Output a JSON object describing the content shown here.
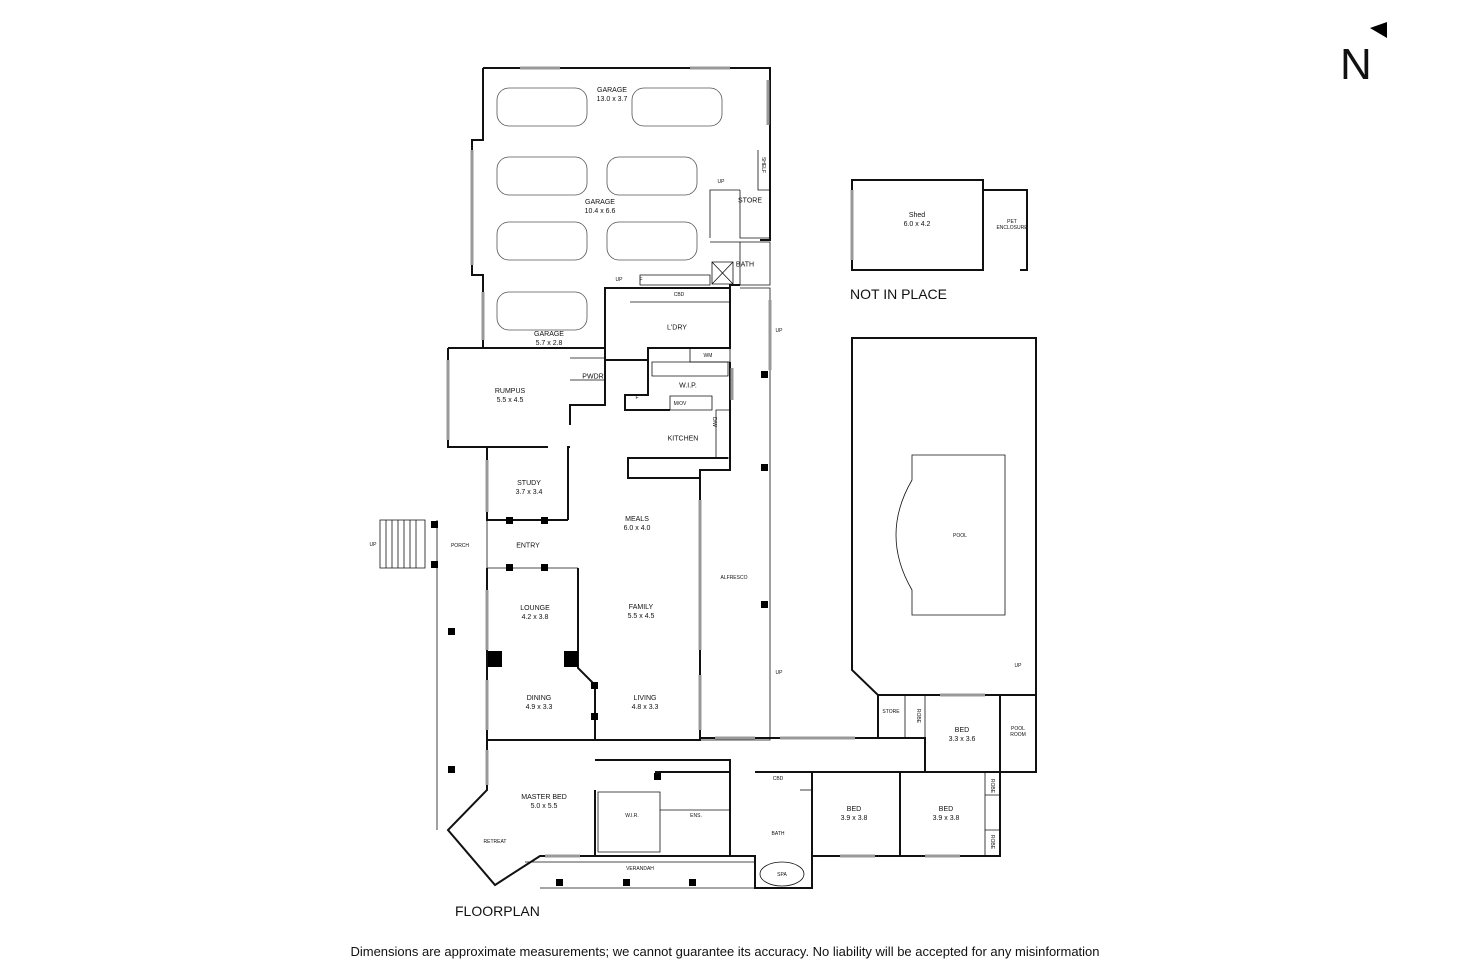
{
  "title": "FLOORPLAN",
  "not_in_place": "NOT IN PLACE",
  "north": "N",
  "disclaimer": "Dimensions are approximate measurements; we cannot guarantee its accuracy. No liability will be accepted for any misinformation",
  "rooms": {
    "garage_top": {
      "name": "GARAGE",
      "dims": "13.0 x 3.7"
    },
    "garage_mid": {
      "name": "GARAGE",
      "dims": "10.4 x 6.6"
    },
    "garage_small": {
      "name": "GARAGE",
      "dims": "5.7 x 2.8"
    },
    "rumpus": {
      "name": "RUMPUS",
      "dims": "5.5 x 4.5"
    },
    "study": {
      "name": "STUDY",
      "dims": "3.7 x 3.4"
    },
    "meals": {
      "name": "MEALS",
      "dims": "6.0 x 4.0"
    },
    "lounge": {
      "name": "LOUNGE",
      "dims": "4.2 x 3.8"
    },
    "family": {
      "name": "FAMILY",
      "dims": "5.5 x 4.5"
    },
    "dining": {
      "name": "DINING",
      "dims": "4.9 x 3.3"
    },
    "living": {
      "name": "LIVING",
      "dims": "4.8 x 3.3"
    },
    "master_bed": {
      "name": "MASTER BED",
      "dims": "5.0 x 5.5"
    },
    "bed_1": {
      "name": "BED",
      "dims": "3.9 x 3.8"
    },
    "bed_2": {
      "name": "BED",
      "dims": "3.9 x 3.8"
    },
    "bed_3": {
      "name": "BED",
      "dims": "3.3 x 3.6"
    },
    "shed": {
      "name": "Shed",
      "dims": "6.0 x 4.2"
    }
  },
  "labels": {
    "store_top": "STORE",
    "bath_top": "BATH",
    "shelf": "SHELF",
    "ldry": "L'DRY",
    "cbd": "CBD",
    "cbd2": "CBD",
    "wm": "WM",
    "pwdr": "PWDR",
    "wip": "W.I.P.",
    "f1": "F",
    "f2": "F",
    "mov": "M/OV",
    "dw": "D/W",
    "kitchen": "KITCHEN",
    "entry": "ENTRY",
    "porch": "PORCH",
    "alfresco": "ALFRESCO",
    "pool": "POOL",
    "pet_enclosure": "PET ENCLOSURE",
    "store_pool": "STORE",
    "robe1": "ROBE",
    "robe2": "ROBE",
    "robe3": "ROBE",
    "pool_room": "POOL ROOM",
    "wir": "W.I.R.",
    "ens": "ENS.",
    "bath": "BATH",
    "spa": "SPA",
    "retreat": "RETREAT",
    "verandah": "VERANDAH",
    "up1": "UP",
    "up2": "UP",
    "up3": "UP",
    "up4": "UP",
    "up5": "UP",
    "up6": "UP"
  }
}
